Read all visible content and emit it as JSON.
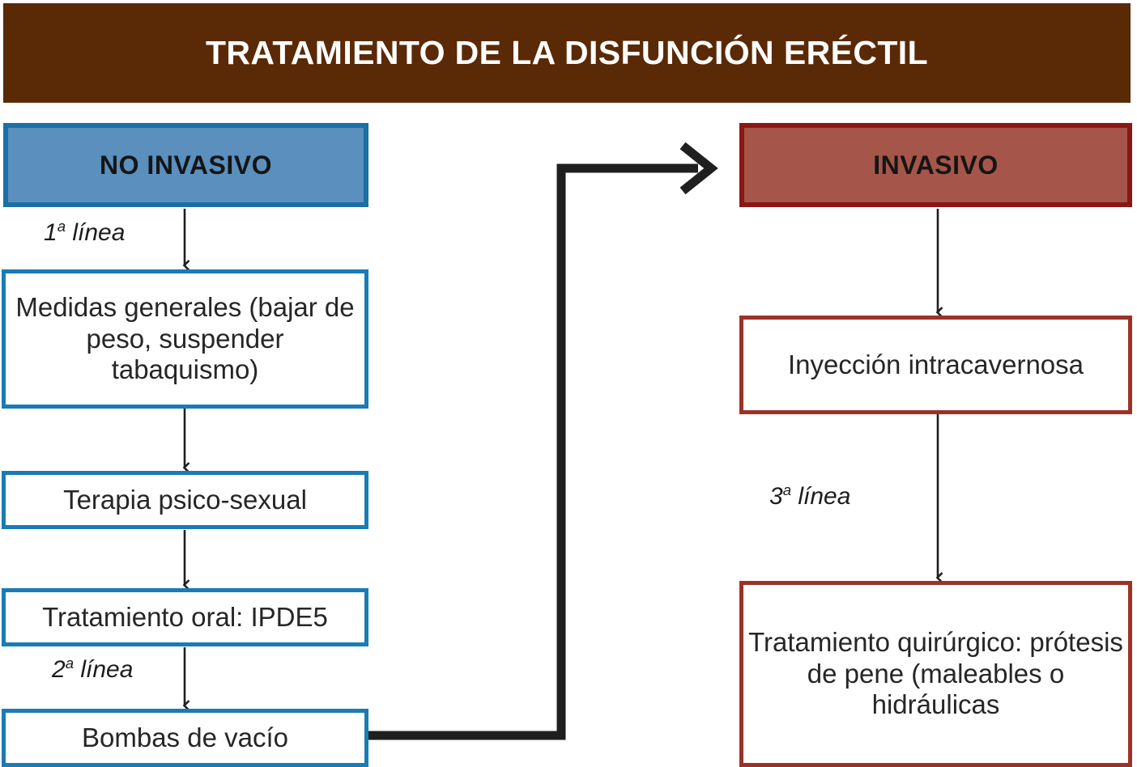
{
  "title": {
    "text": "TRATAMIENTO DE LA DISFUNCIÓN ERÉCTIL",
    "background_color": "#5A2906",
    "text_color": "#FFFFFF"
  },
  "columns": {
    "non_invasive": {
      "header": "NO INVASIVO",
      "header_fill": "#5A8FBE",
      "header_border": "#1A6FA4",
      "box_border": "#1A7BB5",
      "steps": [
        {
          "label": "Medidas generales (bajar de peso,  suspender tabaquismo)"
        },
        {
          "label": "Terapia psico-sexual"
        },
        {
          "label": "Tratamiento oral: IPDE5"
        },
        {
          "label": "Bombas de vacío"
        }
      ]
    },
    "invasive": {
      "header": "INVASIVO",
      "header_fill": "#A55549",
      "header_border": "#8A1616",
      "box_border": "#9B3228",
      "steps": [
        {
          "label": "Inyección intracavernosa"
        },
        {
          "label": "Tratamiento quirúrgico: prótesis de pene (maleables o hidráulicas"
        }
      ]
    }
  },
  "stage_labels": {
    "first": {
      "number": "1",
      "ordinal": "a",
      "word": "línea"
    },
    "second": {
      "number": "2",
      "ordinal": "a",
      "word": "línea"
    },
    "third": {
      "number": "3",
      "ordinal": "a",
      "word": "línea"
    }
  },
  "connector": {
    "description": "Bombas de vacío to INVASIVO",
    "color": "#1F1F1F"
  }
}
